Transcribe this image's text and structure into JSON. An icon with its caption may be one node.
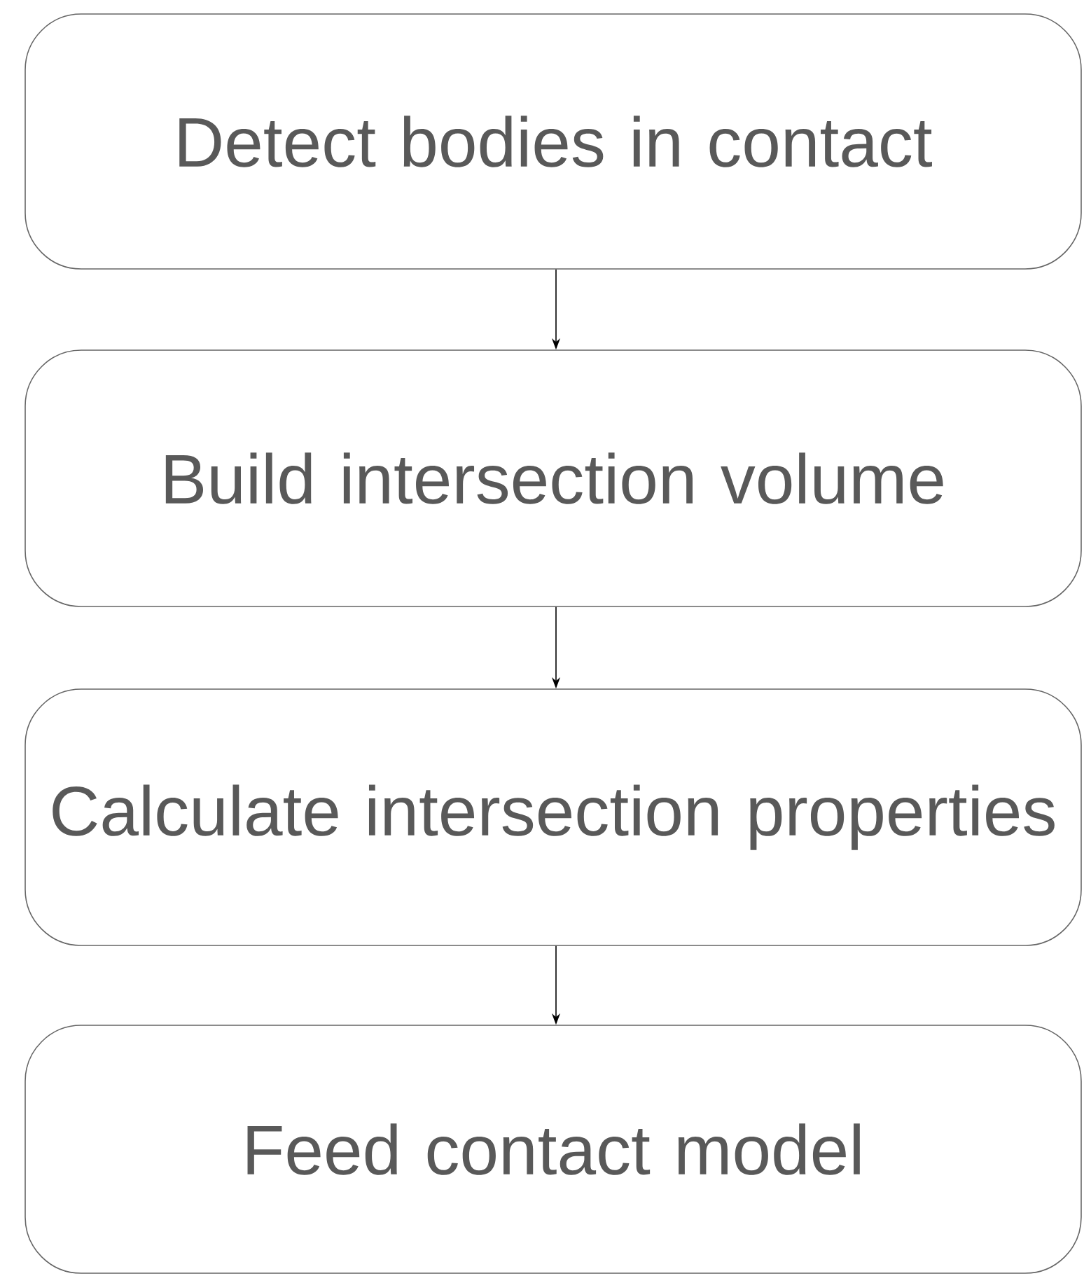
{
  "diagram": {
    "nodes": [
      {
        "text": [
          "Detect bodies in contact"
        ]
      },
      {
        "text": [
          "Build intersection volume"
        ]
      },
      {
        "text": [
          "Calculate intersection properties"
        ]
      },
      {
        "text": [
          "Feed contact model"
        ]
      }
    ],
    "edges": [
      {
        "from": 0,
        "to": 1,
        "arrow": "to"
      },
      {
        "from": 1,
        "to": 2,
        "arrow": "to"
      },
      {
        "from": 2,
        "to": 3,
        "arrow": "to"
      }
    ]
  }
}
